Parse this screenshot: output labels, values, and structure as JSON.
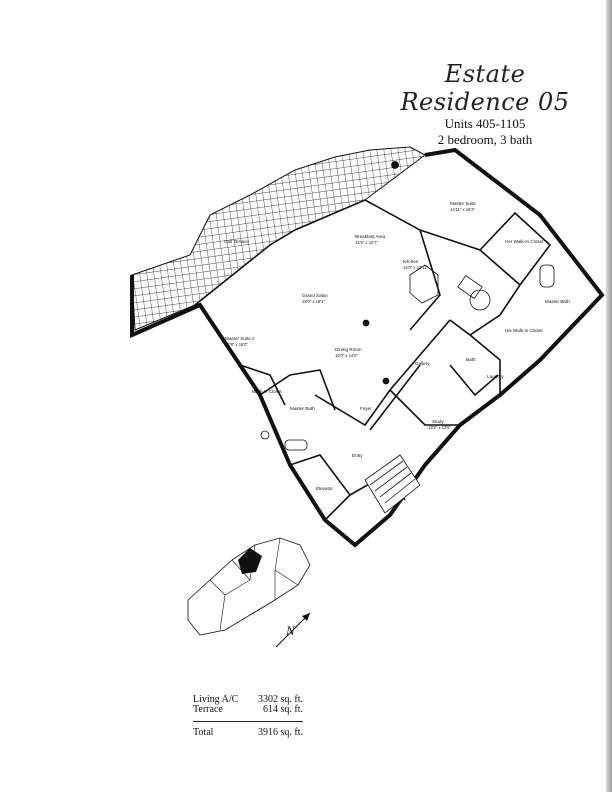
{
  "header": {
    "title": "Estate Residence 05",
    "units": "Units 405-1105",
    "rooms": "2 bedroom, 3 bath"
  },
  "plan": {
    "rooms": [
      {
        "name": "Golf Terrace",
        "dims": ""
      },
      {
        "name": "Grand Salon",
        "dims": "18'0\" x 19'1\""
      },
      {
        "name": "Breakfast Area",
        "dims": "14'5\" x 12'7\""
      },
      {
        "name": "Kitchen",
        "dims": "14'0\" x 13'11\""
      },
      {
        "name": "Master Suite",
        "dims": "14'11\" x 16'2\""
      },
      {
        "name": "Her Walk-In Closet",
        "dims": ""
      },
      {
        "name": "Master Bath",
        "dims": ""
      },
      {
        "name": "His Walk-In Closet",
        "dims": ""
      },
      {
        "name": "Master Suite 2",
        "dims": "12'8\" x 16'0\""
      },
      {
        "name": "Walk-In Closet",
        "dims": ""
      },
      {
        "name": "Master Bath",
        "dims": ""
      },
      {
        "name": "Dining Room",
        "dims": "15'0\" x 14'0\""
      },
      {
        "name": "Gallery",
        "dims": ""
      },
      {
        "name": "Bath",
        "dims": ""
      },
      {
        "name": "Laundry",
        "dims": ""
      },
      {
        "name": "Foyer",
        "dims": ""
      },
      {
        "name": "Study",
        "dims": "14'2\" x 13'5\""
      },
      {
        "name": "Entry",
        "dims": ""
      },
      {
        "name": "Elevator",
        "dims": ""
      }
    ]
  },
  "compass_label": "N",
  "areas": {
    "rows": [
      {
        "label": "Living A/C",
        "value": "3302 sq. ft."
      },
      {
        "label": "Terrace",
        "value": "614 sq. ft."
      }
    ],
    "total": {
      "label": "Total",
      "value": "3916 sq. ft."
    }
  }
}
